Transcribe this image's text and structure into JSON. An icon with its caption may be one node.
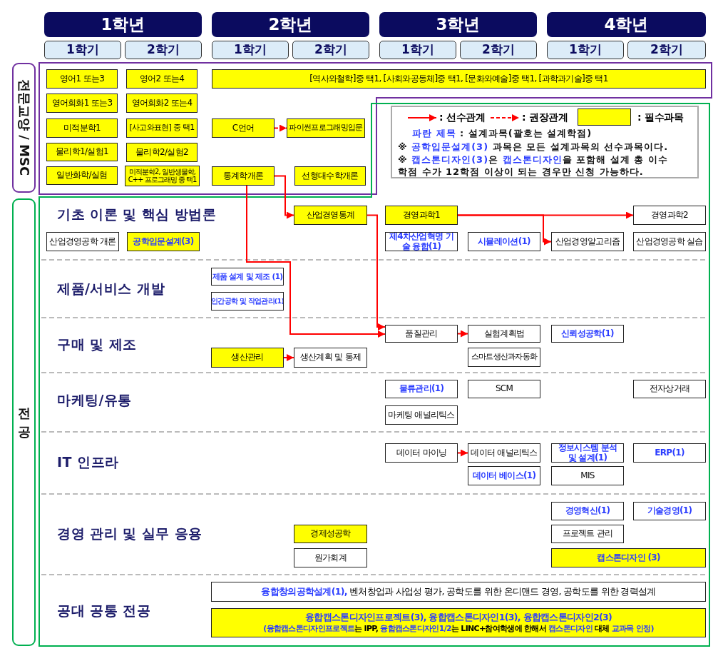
{
  "diagram": {
    "nodes": [
      {
        "text": [
          "1학년"
        ]
      },
      {
        "text": [
          "2학년"
        ]
      },
      {
        "text": [
          "3학년"
        ]
      },
      {
        "text": [
          "4학년"
        ]
      },
      {
        "text": [
          "1학기"
        ]
      },
      {
        "text": [
          "2학기"
        ]
      },
      {
        "text": [
          "1학기"
        ]
      },
      {
        "text": [
          "2학기"
        ]
      },
      {
        "text": [
          "1학기"
        ]
      },
      {
        "text": [
          "2학기"
        ]
      },
      {
        "text": [
          "1학기"
        ]
      },
      {
        "text": [
          "2학기"
        ]
      },
      {
        "text": [
          "전문교양 / MSC"
        ]
      },
      {
        "text": [
          "전공"
        ]
      },
      {
        "text": [
          "영어1 또는3"
        ]
      },
      {
        "text": [
          "영어2 또는4"
        ]
      },
      {
        "text": [
          "[역사와철학]중 택1, [사회와공동체]중 택1, [문화와예술]중 택1, [과학과기술]중 택1"
        ]
      },
      {
        "text": [
          "영어회화1 또는3"
        ]
      },
      {
        "text": [
          "영어회화2 또는4"
        ]
      },
      {
        "text": [
          "미적분학1"
        ]
      },
      {
        "text": [
          "[사고와표현] 중 택1"
        ]
      },
      {
        "text": [
          "C언어"
        ]
      },
      {
        "text": [
          "파이썬프로그래밍입문"
        ]
      },
      {
        "text": [
          "물리학1/실험1"
        ]
      },
      {
        "text": [
          "물리학2/실험2"
        ]
      },
      {
        "text": [
          "일반화학/실험"
        ]
      },
      {
        "text": [
          "미적분학2, 일반생물학, C++ 프로그래밍 중 택1"
        ]
      },
      {
        "text": [
          "통계학개론"
        ]
      },
      {
        "text": [
          "선형대수학개론"
        ]
      },
      {
        "text": [
          "산업경영통계"
        ]
      },
      {
        "text": [
          "경영과학1"
        ]
      },
      {
        "text": [
          "경영과학2"
        ]
      },
      {
        "text": [
          "산업경영공학 개론"
        ]
      },
      {
        "text": [
          "공학입문설계(3)"
        ]
      },
      {
        "text": [
          "제4차산업혁명 기술 융합(1)"
        ]
      },
      {
        "text": [
          "시뮬레이션(1)"
        ]
      },
      {
        "text": [
          "산업경영알고리즘"
        ]
      },
      {
        "text": [
          "산업경영공학 실습"
        ]
      },
      {
        "text": [
          "제품 설계 및 제조 (1)"
        ]
      },
      {
        "text": [
          "인간공학 및 작업관리(1)"
        ]
      },
      {
        "text": [
          "품질관리"
        ]
      },
      {
        "text": [
          "실험계획법"
        ]
      },
      {
        "text": [
          "신뢰성공학(1)"
        ]
      },
      {
        "text": [
          "생산관리"
        ]
      },
      {
        "text": [
          "생산계획 및 통제"
        ]
      },
      {
        "text": [
          "스마트생산과자동화"
        ]
      },
      {
        "text": [
          "물류관리(1)"
        ]
      },
      {
        "text": [
          "SCM"
        ]
      },
      {
        "text": [
          "전자상거래"
        ]
      },
      {
        "text": [
          "마케팅 애널리틱스"
        ]
      },
      {
        "text": [
          "데이터 마이닝"
        ]
      },
      {
        "text": [
          "데이터 애널리틱스"
        ]
      },
      {
        "text": [
          "정보시스템 분석 및 설계(1)"
        ]
      },
      {
        "text": [
          "ERP(1)"
        ]
      },
      {
        "text": [
          "데이터 베이스(1)"
        ]
      },
      {
        "text": [
          "MIS"
        ]
      },
      {
        "text": [
          "경영혁신(1)"
        ]
      },
      {
        "text": [
          "기술경영(1)"
        ]
      },
      {
        "text": [
          "경제성공학"
        ]
      },
      {
        "text": [
          "프로젝트 관리"
        ]
      },
      {
        "text": [
          "원가회계"
        ]
      },
      {
        "text": [
          "캡스톤디자인 (3)"
        ]
      },
      {
        "text": [
          "**융합창의공학설계(1),** 벤처창업과 사업성 평가, 공학도를 위한 온디맨드 경영, 공학도를 위한 경력설계"
        ]
      },
      {
        "text": [
          "융합캡스톤디자인프로젝트(3), 융합캡스톤디자인1(3), 융합캡스톤디자인2(3)",
          "**(융합캡스톤디자인프로젝트**는 IPP, **융합캡스톤디자인1/2**는 LINC+참여학생에 한해서 **캡스톤디자인** 대체 **교과목 인정)**"
        ]
      }
    ],
    "edges": [
      {
        "from": 21,
        "to": 22,
        "arrow": "to",
        "style": "dashed"
      },
      {
        "from": 27,
        "to": 29,
        "arrow": "to"
      },
      {
        "from": 27,
        "to": 40,
        "arrow": "to"
      },
      {
        "from": 29,
        "to": 40,
        "arrow": "to"
      },
      {
        "from": 30,
        "to": 31,
        "arrow": "to"
      },
      {
        "from": 30,
        "to": 36,
        "arrow": "to"
      },
      {
        "from": 40,
        "to": 41,
        "arrow": "to"
      },
      {
        "from": 43,
        "to": 44,
        "arrow": "to"
      },
      {
        "from": 50,
        "to": 51,
        "arrow": "to"
      }
    ],
    "labels": [
      "기초 이론 및 핵심 방법론",
      "제품/서비스 개발",
      "구매 및 제조",
      "마케팅/유통",
      "IT 인프라",
      "경영 관리 및 실무 응용",
      "공대 공통 전공",
      "**파란 제목** : 설계과목(괄호는 설계학점)",
      "※ **공학입문설계(3)** 과목은 모든 설계과목의 선수과목이다.",
      "※ **캡스톤디자인(3)**은 **캡스톤디자인**을 포함해 설계 총 이수 학점 수가 12학점 이상이 되는 경우만 신청 가능하다."
    ],
    "legend": [
      {
        "text": ": 선수관계"
      },
      {
        "text": ": 권장관계"
      },
      {
        "text": ": 필수과목",
        "color": "#ffff00"
      }
    ]
  }
}
